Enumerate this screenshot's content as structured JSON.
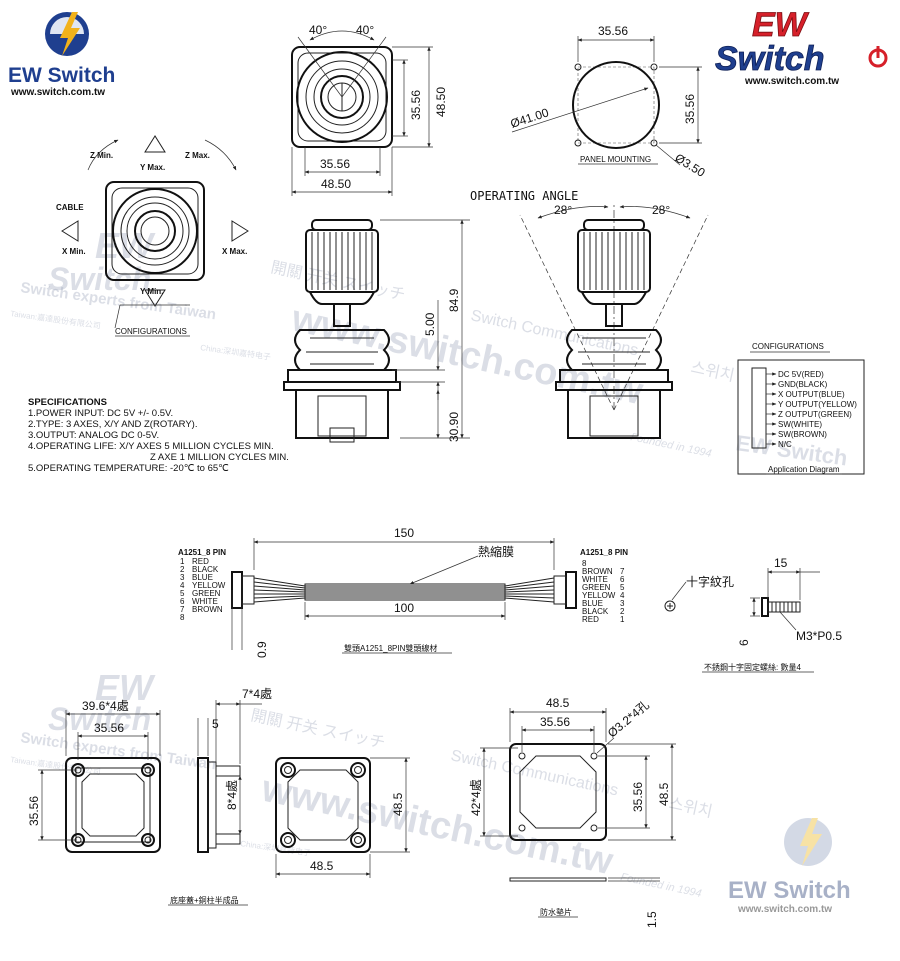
{
  "brand": {
    "left_logo_text": "EW Switch",
    "left_logo_url": "www.switch.com.tw",
    "right_logo_ew": "EW",
    "right_logo_switch": "Switch",
    "right_logo_url": "www.switch.com.tw",
    "bottom_logo_text": "EW Switch",
    "bottom_logo_url": "www.switch.com.tw",
    "colors": {
      "blue": "#1f3f8f",
      "red": "#d6202a",
      "yellow": "#f2b21b"
    }
  },
  "watermarks": {
    "url": "www.switch.com.tw",
    "tagline": "Switch experts from Taiwan",
    "comm": "Switch Communications",
    "langs": "開關  开关  スイッチ",
    "korean": "스위치",
    "founded": "Founded in 1994",
    "taiwan_line": "Taiwan:嘉達股份有限公司",
    "china_line": "China:深圳嘉特电子"
  },
  "configurations_left": {
    "z_min": "Z Min.",
    "y_max": "Y Max.",
    "z_max": "Z Max.",
    "cable": "CABLE",
    "x_min": "X Min.",
    "x_max": "X Max.",
    "y_min": "Y Min.",
    "caption": "CONFIGURATIONS"
  },
  "top_view": {
    "angle_left": "40°",
    "angle_right": "40°",
    "dim_35_56_v": "35.56",
    "dim_48_50_v": "48.50",
    "dim_35_56_h": "35.56",
    "dim_48_50_h": "48.50"
  },
  "panel_mounting": {
    "dim_top": "35.56",
    "dim_right": "35.56",
    "diameter": "Ø41.00",
    "hole": "Ø3.50",
    "caption": "PANEL MOUNTING"
  },
  "side_view": {
    "dim_84_9": "84.9",
    "dim_5_00": "5.00",
    "dim_30_90": "30.90"
  },
  "operating_angle": {
    "title": "OPERATING ANGLE",
    "left": "28°",
    "right": "28°"
  },
  "configurations_right": {
    "caption": "CONFIGURATIONS",
    "pins": [
      "DC 5V(RED)",
      "GND(BLACK)",
      "X OUTPUT(BLUE)",
      "Y OUTPUT(YELLOW)",
      "Z OUTPUT(GREEN)",
      "SW(WHITE)",
      "SW(BROWN)",
      "N/C"
    ],
    "footer": "Application Diagram"
  },
  "specifications": {
    "title": "SPECIFICATIONS",
    "lines": [
      "1.POWER INPUT: DC 5V +/- 0.5V.",
      "2.TYPE: 3 AXES, X/Y AND Z(ROTARY).",
      "3.OUTPUT: ANALOG DC 0-5V.",
      "4.OPERATING LIFE: X/Y AXES 5 MILLION CYCLES MIN.",
      "Z  AXE 1 MILLION CYCLES MIN.",
      "5.OPERATING TEMPERATURE: -20℃ to 65℃"
    ]
  },
  "cable": {
    "left_title": "A1251_8 PIN",
    "right_title": "A1251_8 PIN",
    "left_wires": [
      [
        "1",
        "RED"
      ],
      [
        "2",
        "BLACK"
      ],
      [
        "3",
        "BLUE"
      ],
      [
        "4",
        "YELLOW"
      ],
      [
        "5",
        "GREEN"
      ],
      [
        "6",
        "WHITE"
      ],
      [
        "7",
        "BROWN"
      ],
      [
        "8",
        ""
      ]
    ],
    "right_wires": [
      [
        "8",
        ""
      ],
      [
        "BROWN",
        "7"
      ],
      [
        "WHITE",
        "6"
      ],
      [
        "GREEN",
        "5"
      ],
      [
        "YELLOW",
        "4"
      ],
      [
        "BLUE",
        "3"
      ],
      [
        "BLACK",
        "2"
      ],
      [
        "RED",
        "1"
      ]
    ],
    "dim_150": "150",
    "dim_100": "100",
    "dim_0_9": "0.9",
    "heat_shrink": "熱縮膜",
    "caption": "雙頭A1251_8PIN雙頭線材"
  },
  "screw": {
    "cross_label": "十字紋孔",
    "dim_15": "15",
    "dim_6": "6",
    "thread": "M3*P0.5",
    "caption": "不銹鋼十字固定螺絲: 數量4"
  },
  "base": {
    "dim_39_6": "39.6*4處",
    "dim_35_56_h": "35.56",
    "dim_35_56_v": "35.56",
    "dim_7": "7*4處",
    "dim_5": "5",
    "dim_8": "8*4處",
    "dim_48_5_v": "48.5",
    "dim_48_5_h": "48.5",
    "caption": "底座蓋+銅柱半成品"
  },
  "gasket": {
    "dim_48_5_top": "48.5",
    "dim_35_56_top": "35.56",
    "hole": "Ø3.2*4孔",
    "dim_42": "42*4處",
    "dim_35_56_v": "35.56",
    "dim_48_5_v": "48.5",
    "dim_1_5": "1.5",
    "caption": "防水墊片"
  }
}
